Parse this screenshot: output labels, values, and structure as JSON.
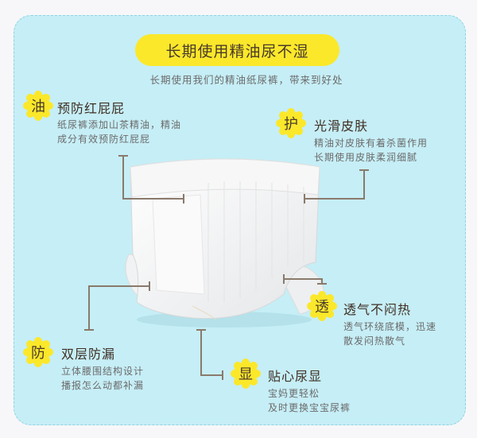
{
  "header": {
    "title": "长期使用精油尿不湿",
    "subtitle": "长期使用我们的精油纸尿裤，带来到好处"
  },
  "colors": {
    "panel_bg": "#c6eef6",
    "accent_yellow": "#fbe82a",
    "title_text": "#4a3a2c",
    "desc_text": "#6b6b6b",
    "callout_line": "#8a7a6c"
  },
  "features": [
    {
      "badge": "油",
      "title": "预防红屁屁",
      "desc_lines": [
        "纸尿裤添加山茶精油，精油",
        "成分有效预防红屁屁"
      ]
    },
    {
      "badge": "护",
      "title": "光滑皮肤",
      "desc_lines": [
        "精油对皮肤有着杀菌作用",
        "长期使用皮肤柔润细腻"
      ]
    },
    {
      "badge": "透",
      "title": "透气不闷热",
      "desc_lines": [
        "透气环绕底模，迅速",
        "散发闷热散气"
      ]
    },
    {
      "badge": "防",
      "title": "双层防漏",
      "desc_lines": [
        "立体腰围结构设计",
        "播报怎么动都补漏"
      ]
    },
    {
      "badge": "显",
      "title": "贴心尿显",
      "desc_lines": [
        "宝妈更轻松",
        "及时更换宝宝尿裤"
      ]
    }
  ]
}
